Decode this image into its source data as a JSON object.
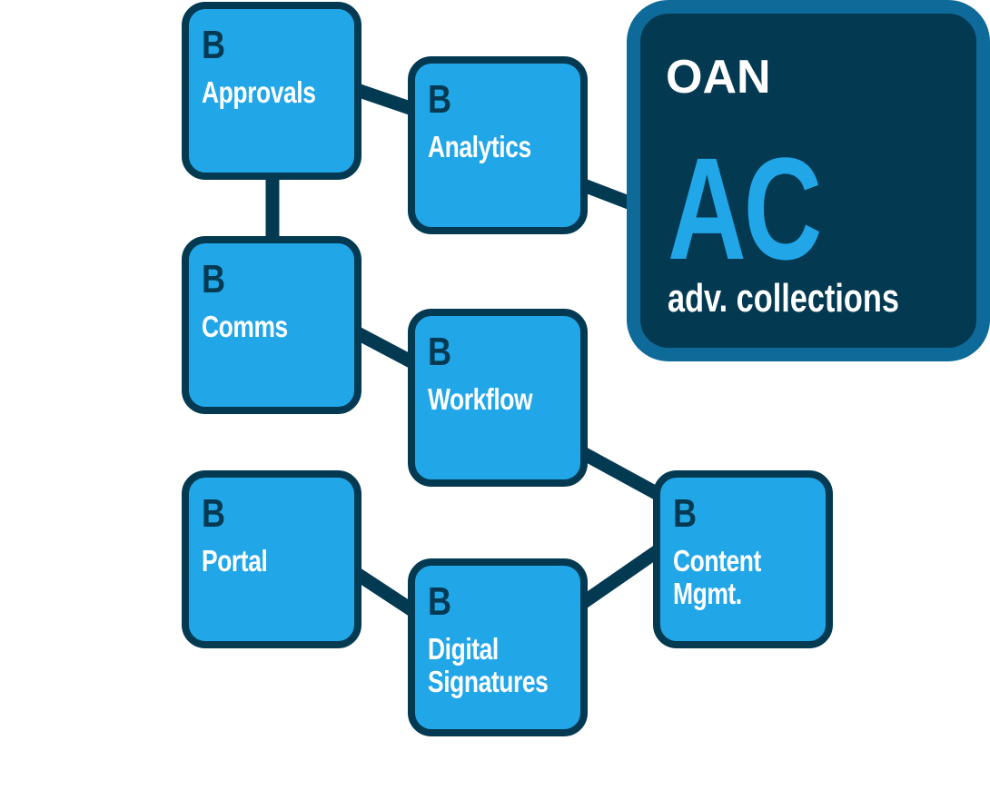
{
  "badge_letter": "B",
  "nodes": [
    {
      "id": "approvals",
      "label": "Approvals"
    },
    {
      "id": "analytics",
      "label": "Analytics"
    },
    {
      "id": "comms",
      "label": "Comms"
    },
    {
      "id": "workflow",
      "label": "Workflow"
    },
    {
      "id": "portal",
      "label": "Portal"
    },
    {
      "id": "digital-signatures",
      "label": "Digital\nSignatures"
    },
    {
      "id": "content-mgmt",
      "label": "Content\nMgmt."
    }
  ],
  "hub": {
    "brand": "OAN",
    "code": "AC",
    "subtitle": "adv. collections"
  },
  "edges": [
    [
      "approvals",
      "analytics"
    ],
    [
      "approvals",
      "comms"
    ],
    [
      "analytics",
      "hub"
    ],
    [
      "comms",
      "workflow"
    ],
    [
      "workflow",
      "content-mgmt"
    ],
    [
      "portal",
      "digital-signatures"
    ],
    [
      "digital-signatures",
      "content-mgmt"
    ]
  ],
  "colors": {
    "node_fill": "#21a6e8",
    "dark": "#033a52",
    "hub_border": "#0d6a99",
    "text": "#ffffff"
  }
}
